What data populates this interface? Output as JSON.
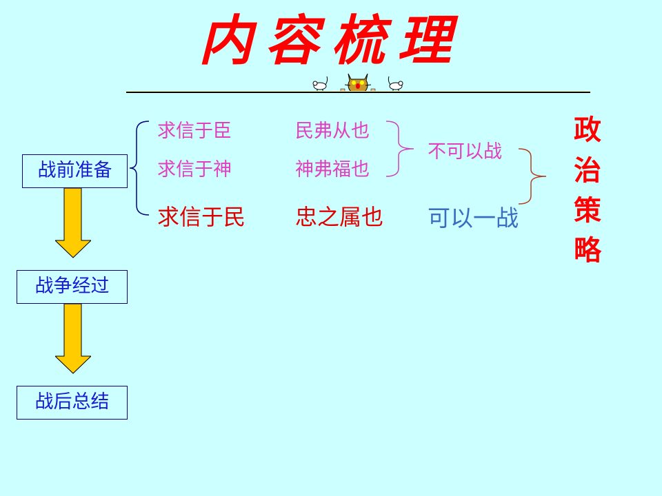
{
  "title": "内容梳理",
  "decoration": {
    "left_mouse": "mouse-icon",
    "cat": "cat-face-icon",
    "right_mouse": "mouse-icon"
  },
  "stages": [
    {
      "label": "战前准备"
    },
    {
      "label": "战争经过"
    },
    {
      "label": "战后总结"
    }
  ],
  "rows": [
    {
      "left": "求信于臣",
      "right": "民弗从也"
    },
    {
      "left": "求信于神",
      "right": "神弗福也"
    },
    {
      "left": "求信于民",
      "right": "忠之属也"
    }
  ],
  "conclusions": {
    "not_fight": "不可以战",
    "can_fight": "可以一战"
  },
  "summary": {
    "chars": [
      "政",
      "治",
      "策",
      "略"
    ]
  },
  "colors": {
    "background": "#ccffff",
    "title": "#ff0000",
    "stage_text": "#1a1ad0",
    "pink_text": "#e040c0",
    "red_text": "#e00000",
    "blue_text": "#3a6cc0",
    "arrow_fill": "#ffcc00"
  }
}
